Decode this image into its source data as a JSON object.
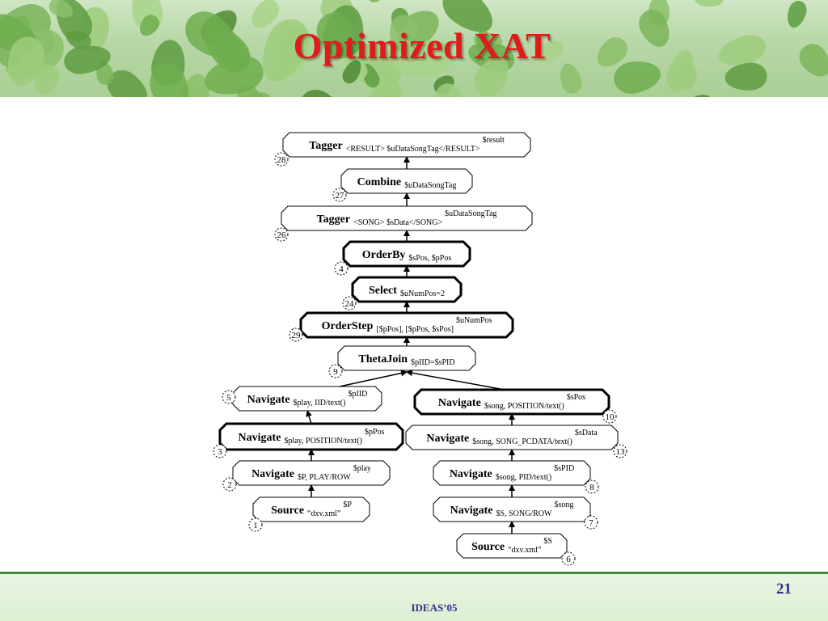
{
  "slide": {
    "title": "Optimized XAT",
    "page_number": "21",
    "footer": "IDEAS’05"
  },
  "colors": {
    "title": "#e21a1a",
    "footer_text": "#3a2c8e",
    "footer_line": "#3b8a3e"
  },
  "nodes": [
    {
      "id": "tagger28",
      "name": "Tagger",
      "sub": "<RESULT> $uDataSongTag</RESULT>",
      "sup": "$result",
      "num": "28",
      "bold": false
    },
    {
      "id": "combine27",
      "name": "Combine",
      "sub": "$uDataSongTag",
      "sup": "",
      "num": "27",
      "bold": false
    },
    {
      "id": "tagger26",
      "name": "Tagger",
      "sub": "<SONG> $sData</SONG>",
      "sup": "$uDataSongTag",
      "num": "26",
      "bold": false
    },
    {
      "id": "orderby4",
      "name": "OrderBy",
      "sub": "$sPos, $pPos",
      "sup": "",
      "num": "4",
      "bold": true
    },
    {
      "id": "select24",
      "name": "Select",
      "sub": "$uNumPos=2",
      "sup": "",
      "num": "24",
      "bold": true
    },
    {
      "id": "orderstep29",
      "name": "OrderStep",
      "sub": "[$pPos],  [$pPos, $sPos]",
      "sup": "$uNumPos",
      "num": "29",
      "bold": true
    },
    {
      "id": "thetajoin9",
      "name": "ThetaJoin",
      "sub": "$pIID=$sPID",
      "sup": "",
      "num": "9",
      "bold": false
    },
    {
      "id": "nav5",
      "name": "Navigate",
      "sub": "$play, IID/text()",
      "sup": "$pIID",
      "num": "5",
      "bold": false
    },
    {
      "id": "nav3",
      "name": "Navigate",
      "sub": "$play, POSITION/text()",
      "sup": "$pPos",
      "num": "3",
      "bold": true
    },
    {
      "id": "nav2",
      "name": "Navigate",
      "sub": "$P, PLAY/ROW",
      "sup": "$play",
      "num": "2",
      "bold": false
    },
    {
      "id": "source1",
      "name": "Source",
      "sub": "“dxv.xml”",
      "sup": "$P",
      "num": "1",
      "bold": false
    },
    {
      "id": "nav10",
      "name": "Navigate",
      "sub": "$song, POSITION/text()",
      "sup": "$sPos",
      "num": "10",
      "bold": true
    },
    {
      "id": "nav13",
      "name": "Navigate",
      "sub": "$song, SONG_PCDATA/text()",
      "sup": "$sData",
      "num": "13",
      "bold": false
    },
    {
      "id": "nav8",
      "name": "Navigate",
      "sub": "$song, PID/text()",
      "sup": "$sPID",
      "num": "8",
      "bold": false
    },
    {
      "id": "nav7",
      "name": "Navigate",
      "sub": "$S,  SONG/ROW",
      "sup": "$song",
      "num": "7",
      "bold": false
    },
    {
      "id": "source6",
      "name": "Source",
      "sub": "“dxv.xml”",
      "sup": "$S",
      "num": "6",
      "bold": false
    }
  ],
  "edges": [
    {
      "from": "combine27",
      "to": "tagger28"
    },
    {
      "from": "tagger26",
      "to": "combine27"
    },
    {
      "from": "orderby4",
      "to": "tagger26"
    },
    {
      "from": "select24",
      "to": "orderby4"
    },
    {
      "from": "orderstep29",
      "to": "select24"
    },
    {
      "from": "thetajoin9",
      "to": "orderstep29"
    },
    {
      "from": "nav5",
      "to": "thetajoin9"
    },
    {
      "from": "nav10",
      "to": "thetajoin9"
    },
    {
      "from": "nav3",
      "to": "nav5"
    },
    {
      "from": "nav2",
      "to": "nav3"
    },
    {
      "from": "source1",
      "to": "nav2"
    },
    {
      "from": "nav13",
      "to": "nav10"
    },
    {
      "from": "nav8",
      "to": "nav13"
    },
    {
      "from": "nav7",
      "to": "nav8"
    },
    {
      "from": "source6",
      "to": "nav7"
    }
  ]
}
